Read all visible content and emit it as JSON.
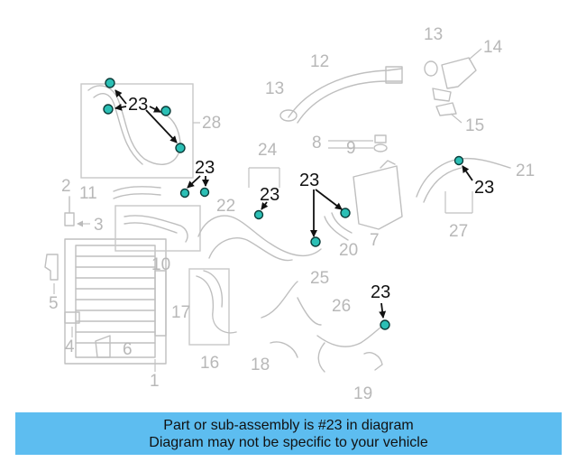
{
  "callouts": {
    "c1": "1",
    "c2": "2",
    "c3": "3",
    "c4": "4",
    "c5": "5",
    "c6": "6",
    "c7": "7",
    "c8": "8",
    "c9": "9",
    "c10": "10",
    "c11": "11",
    "c12": "12",
    "c13a": "13",
    "c13b": "13",
    "c14": "14",
    "c15": "15",
    "c16": "16",
    "c17": "17",
    "c18": "18",
    "c19": "19",
    "c20": "20",
    "c21": "21",
    "c22": "22",
    "c24": "24",
    "c25": "25",
    "c26": "26",
    "c27": "27",
    "c28": "28"
  },
  "highlighted_part": {
    "label_1": "23",
    "label_2": "23",
    "label_3": "23",
    "label_4": "23",
    "label_5": "23",
    "label_6": "23",
    "clamp_color": "#2bbfb5"
  },
  "banner": {
    "line1": "Part or sub-assembly is #23 in diagram",
    "line2": "Diagram may not be specific to your vehicle",
    "background": "#5dbdf0"
  }
}
